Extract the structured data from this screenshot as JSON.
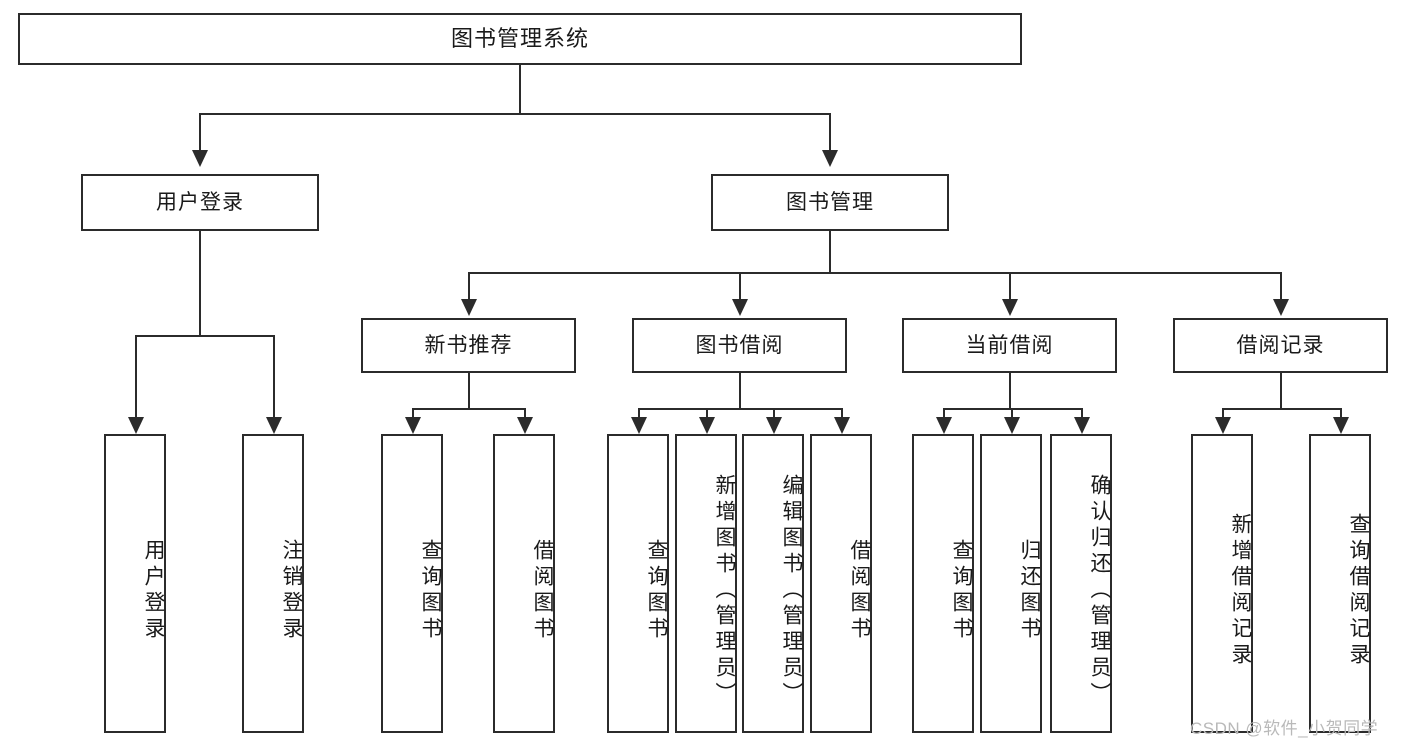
{
  "diagram": {
    "type": "tree-hierarchy-chart",
    "title": "图书管理系统",
    "watermark": "CSDN @软件_小贺同学",
    "colors": {
      "stroke": "#2b2b2b",
      "fill": "#ffffff",
      "text": "#1a1a1a",
      "watermark": "#b9b9b9"
    },
    "levels": {
      "root": {
        "label": "图书管理系统"
      },
      "level2": [
        {
          "id": "user-login",
          "label": "用户登录"
        },
        {
          "id": "book-manage",
          "label": "图书管理"
        }
      ],
      "level3": [
        {
          "id": "new-book-recommend",
          "label": "新书推荐",
          "parent": "book-manage"
        },
        {
          "id": "book-borrow",
          "label": "图书借阅",
          "parent": "book-manage"
        },
        {
          "id": "current-borrow",
          "label": "当前借阅",
          "parent": "book-manage"
        },
        {
          "id": "borrow-record",
          "label": "借阅记录",
          "parent": "book-manage"
        }
      ],
      "leaves": [
        {
          "id": "leaf-user-login",
          "label": "用户登录",
          "parent": "user-login"
        },
        {
          "id": "leaf-logout-login",
          "label": "注销登录",
          "parent": "user-login"
        },
        {
          "id": "leaf-query-book-1",
          "label": "查询图书",
          "parent": "new-book-recommend"
        },
        {
          "id": "leaf-borrow-book-1",
          "label": "借阅图书",
          "parent": "new-book-recommend"
        },
        {
          "id": "leaf-query-book-2",
          "label": "查询图书",
          "parent": "book-borrow"
        },
        {
          "id": "leaf-add-book",
          "label": "新增图书（管理员）",
          "parent": "book-borrow"
        },
        {
          "id": "leaf-edit-book",
          "label": "编辑图书（管理员）",
          "parent": "book-borrow"
        },
        {
          "id": "leaf-borrow-book-2",
          "label": "借阅图书",
          "parent": "book-borrow"
        },
        {
          "id": "leaf-query-book-3",
          "label": "查询图书",
          "parent": "current-borrow"
        },
        {
          "id": "leaf-return-book",
          "label": "归还图书",
          "parent": "current-borrow"
        },
        {
          "id": "leaf-confirm-return",
          "label": "确认归还（管理员）",
          "parent": "current-borrow"
        },
        {
          "id": "leaf-add-record",
          "label": "新增借阅记录",
          "parent": "borrow-record"
        },
        {
          "id": "leaf-query-record",
          "label": "查询借阅记录",
          "parent": "borrow-record"
        }
      ]
    }
  }
}
